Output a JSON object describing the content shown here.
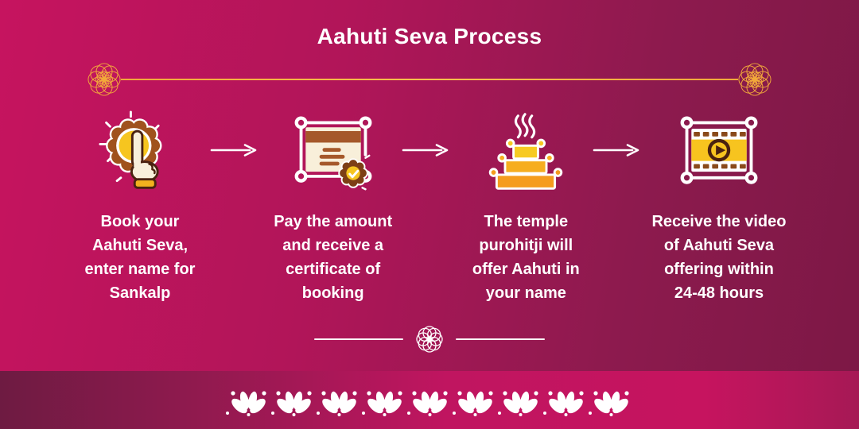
{
  "title": "Aahuti Seva Process",
  "steps": [
    {
      "icon": "hand-click-icon",
      "label": "Book your\nAahuti Seva,\nenter name for\nSankalp"
    },
    {
      "icon": "certificate-icon",
      "label": "Pay the amount\nand receive a\ncertificate of\nbooking"
    },
    {
      "icon": "offering-icon",
      "label": "The temple\npurohitji will\noffer Aahuti in\nyour name"
    },
    {
      "icon": "video-icon",
      "label": "Receive the video\nof Aahuti Seva\noffering within\n24-48 hours"
    }
  ],
  "decor": {
    "top_divider_ornament": "mandala-icon",
    "bottom_divider_ornament": "flower-icon",
    "footer_pattern": "lotus-motif",
    "step_connector": "arrow-right-icon"
  },
  "colors": {
    "background_pink": "#c6145f",
    "background_maroon": "#7c1845",
    "footer_dark": "#6e1b42",
    "divider_gold": "#f2a93b",
    "text": "#ffffff",
    "icon_gold": "#f6c51f",
    "icon_orange": "#f59c1d",
    "icon_brown": "#a0521d",
    "icon_dark_brown": "#4a2210",
    "icon_cream": "#f8efda"
  }
}
